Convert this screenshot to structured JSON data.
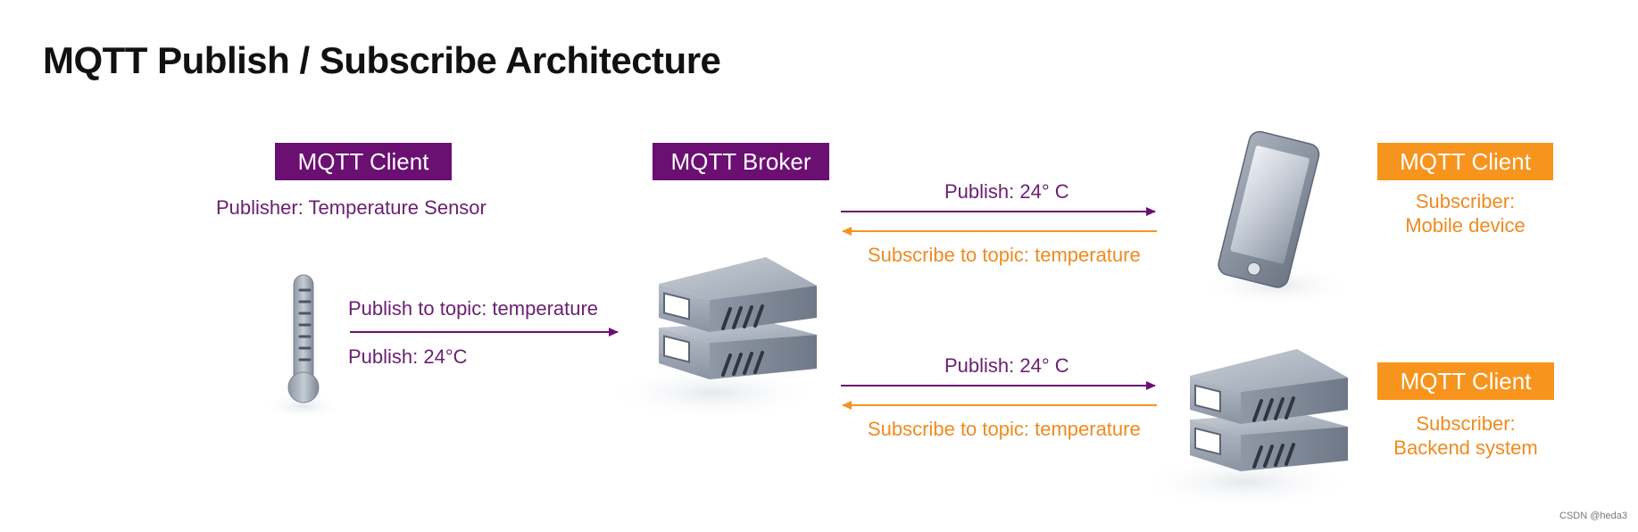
{
  "title": "MQTT Publish / Subscribe Architecture",
  "publisher": {
    "badge": "MQTT Client",
    "role": "Publisher: Temperature Sensor",
    "topic_label": "Publish to topic: temperature",
    "value_label": "Publish: 24°C",
    "icon": "thermometer-icon"
  },
  "broker": {
    "badge": "MQTT Broker",
    "icon": "server-icon"
  },
  "subscriber_mobile": {
    "badge": "MQTT Client",
    "role_line1": "Subscriber:",
    "role_line2": "Mobile device",
    "publish_label": "Publish: 24° C",
    "subscribe_label": "Subscribe to topic: temperature",
    "icon": "smartphone-icon"
  },
  "subscriber_backend": {
    "badge": "MQTT Client",
    "role_line1": "Subscriber:",
    "role_line2": "Backend system",
    "publish_label": "Publish: 24° C",
    "subscribe_label": "Subscribe to topic: temperature",
    "icon": "server-icon"
  },
  "colors": {
    "publish": "#6b0f73",
    "subscribe": "#f7941d"
  },
  "watermark": "CSDN @heda3"
}
